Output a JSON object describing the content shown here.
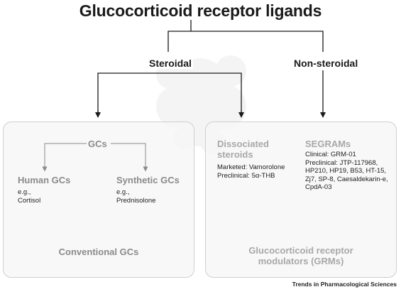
{
  "title": "Glucocorticoid receptor ligands",
  "branches": {
    "steroidal": "Steroidal",
    "non_steroidal": "Non-steroidal"
  },
  "left_box": {
    "top_label": "GCs",
    "human_title": "Human GCs",
    "human_text": "e.g.,\nCortisol",
    "synthetic_title": "Synthetic GCs",
    "synthetic_text": "e.g.,\nPrednisolone",
    "bottom_label": "Conventional GCs"
  },
  "right_box": {
    "dissociated_title": "Dissociated\nsteroids",
    "dissociated_text": "Marketed: Vamorolone\nPreclinical: 5α-THB",
    "segrams_title": "SEGRAMs",
    "segrams_text": "Clinical: GRM-01\nPreclinical: JTP-117968,\nHP210, HP19, B53, HT-15,\nZj7, SP-8, Caesaldekarin-e,\nCpdA-03",
    "bottom_label": "Glucocorticoid receptor\nmodulators (GRMs)"
  },
  "footer": "Trends in Pharmacological Sciences",
  "colors": {
    "box_border": "#cfcfcf",
    "box_fill": "#f7f7f7",
    "muted_text": "#a8a8a8",
    "arrow": "#1a1a1a"
  }
}
